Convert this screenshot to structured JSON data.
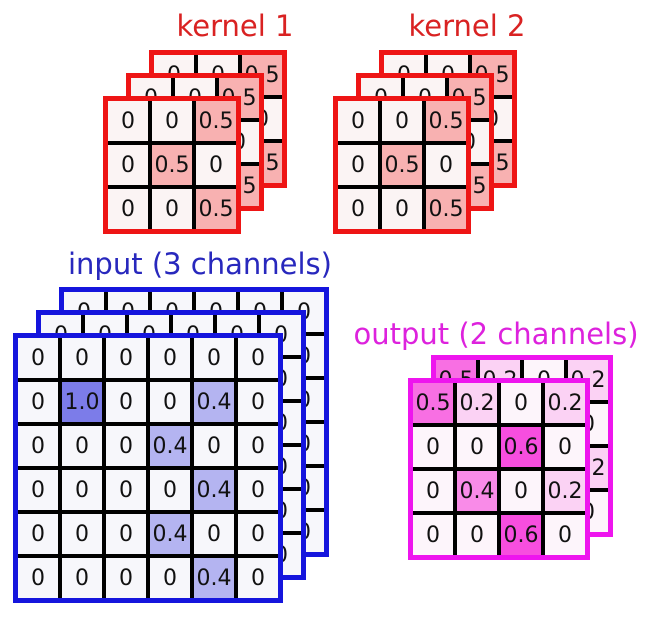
{
  "titles": {
    "kernel1": "kernel 1",
    "kernel2": "kernel 2",
    "input": "input (3 channels)",
    "output": "output (2 channels)"
  },
  "colors": {
    "red_border": "#ee1515",
    "red_title": "#d92222",
    "blue_border": "#1515dd",
    "blue_title": "#2828bd",
    "magenta_border": "#ee15ee",
    "magenta_title": "#dd22dd"
  },
  "stacks": {
    "kernel1": {
      "name": "kernel-1",
      "label": "kernel 1",
      "layers": 3,
      "rows": 3,
      "cols": 3,
      "border_color": "#ee1515",
      "values": [
        [
          "0",
          "0",
          "0.5"
        ],
        [
          "0",
          "0.5",
          "0"
        ],
        [
          "0",
          "0",
          "0.5"
        ]
      ],
      "value_colors": {
        "0": "#fbf4f4",
        "0.5": "#f8b1b1"
      }
    },
    "kernel2": {
      "name": "kernel-2",
      "label": "kernel 2",
      "layers": 3,
      "rows": 3,
      "cols": 3,
      "border_color": "#ee1515",
      "values": [
        [
          "0",
          "0",
          "0.5"
        ],
        [
          "0",
          "0.5",
          "0"
        ],
        [
          "0",
          "0",
          "0.5"
        ]
      ],
      "value_colors": {
        "0": "#fbf4f4",
        "0.5": "#f8b1b1"
      }
    },
    "input": {
      "name": "input-channels",
      "label": "input (3 channels)",
      "layers": 3,
      "rows": 6,
      "cols": 6,
      "border_color": "#1515dd",
      "values": [
        [
          "0",
          "0",
          "0",
          "0",
          "0",
          "0"
        ],
        [
          "0",
          "1.0",
          "0",
          "0",
          "0.4",
          "0"
        ],
        [
          "0",
          "0",
          "0",
          "0.4",
          "0",
          "0"
        ],
        [
          "0",
          "0",
          "0",
          "0",
          "0.4",
          "0"
        ],
        [
          "0",
          "0",
          "0",
          "0.4",
          "0",
          "0"
        ],
        [
          "0",
          "0",
          "0",
          "0",
          "0.4",
          "0"
        ]
      ],
      "value_colors": {
        "0": "#f7f7fb",
        "1.0": "#7c7ce9",
        "0.4": "#b4b4f1"
      }
    },
    "output": {
      "name": "output-channels",
      "label": "output (2 channels)",
      "layers": 2,
      "rows": 4,
      "cols": 4,
      "border_color": "#ee15ee",
      "values": [
        [
          "0.5",
          "0.2",
          "0",
          "0.2"
        ],
        [
          "0",
          "0",
          "0.6",
          "0"
        ],
        [
          "0",
          "0.4",
          "0",
          "0.2"
        ],
        [
          "0",
          "0",
          "0.6",
          "0"
        ]
      ],
      "value_colors": {
        "0": "#fdf5fb",
        "0.2": "#fbd2f4",
        "0.4": "#f98be8",
        "0.5": "#f86fe3",
        "0.6": "#f74edf"
      }
    }
  }
}
